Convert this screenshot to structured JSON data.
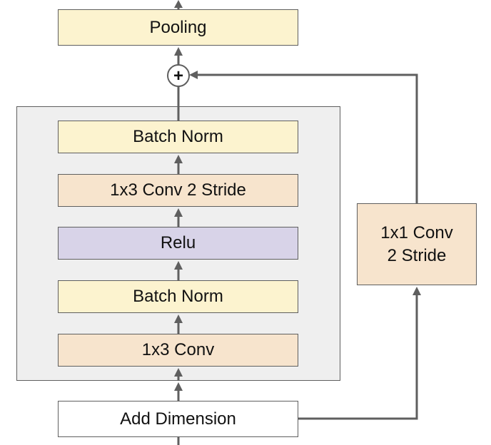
{
  "colors": {
    "yellow": "#fcf3cf",
    "peach": "#f7e4cd",
    "lavender": "#d8d3e8",
    "white": "#ffffff",
    "group_bg": "#efefef",
    "line": "#5f5f5f"
  },
  "nodes": {
    "pooling": {
      "label": "Pooling",
      "color": "yellow"
    },
    "batch_norm_top": {
      "label": "Batch Norm",
      "color": "yellow"
    },
    "conv_stride": {
      "label": "1x3 Conv 2 Stride",
      "color": "peach"
    },
    "relu": {
      "label": "Relu",
      "color": "lavender"
    },
    "batch_norm_bottom": {
      "label": "Batch Norm",
      "color": "yellow"
    },
    "conv_1x3": {
      "label": "1x3 Conv",
      "color": "peach"
    },
    "add_dimension": {
      "label": "Add Dimension",
      "color": "white"
    },
    "shortcut_conv": {
      "line1": "1x1 Conv",
      "line2": "2 Stride",
      "color": "peach"
    }
  },
  "adder_symbol": "+"
}
